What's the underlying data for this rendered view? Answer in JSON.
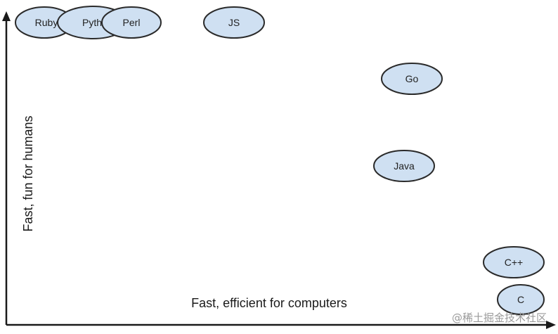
{
  "axes": {
    "x_label": "Fast, efficient for computers",
    "y_label": "Fast, fun for humans"
  },
  "colors": {
    "node_fill": "#cfe0f2",
    "node_stroke": "#2a2a2a",
    "axis": "#1a1a1a"
  },
  "nodes": [
    {
      "id": "ruby",
      "label": "Ruby"
    },
    {
      "id": "python",
      "label": "Pyth"
    },
    {
      "id": "perl",
      "label": "Perl"
    },
    {
      "id": "js",
      "label": "JS"
    },
    {
      "id": "go",
      "label": "Go"
    },
    {
      "id": "java",
      "label": "Java"
    },
    {
      "id": "cpp",
      "label": "C++"
    },
    {
      "id": "c",
      "label": "C"
    }
  ],
  "watermark": {
    "text": "@稀土掘金技术社区"
  }
}
